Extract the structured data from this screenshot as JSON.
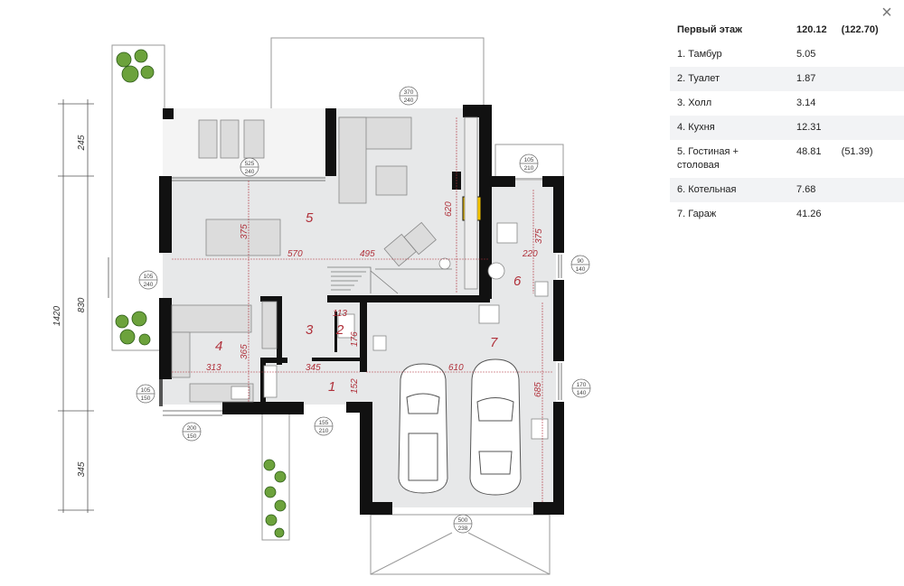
{
  "table": {
    "header": {
      "name": "Первый этаж",
      "area": "120.12",
      "alt": "(122.70)"
    },
    "rows": [
      {
        "name": "1. Тамбур",
        "area": "5.05",
        "alt": ""
      },
      {
        "name": "2. Туалет",
        "area": "1.87",
        "alt": ""
      },
      {
        "name": "3. Холл",
        "area": "3.14",
        "alt": ""
      },
      {
        "name": "4. Кухня",
        "area": "12.31",
        "alt": ""
      },
      {
        "name": "5. Гостиная + столовая",
        "area": "48.81",
        "alt": "(51.39)"
      },
      {
        "name": "6. Котельная",
        "area": "7.68",
        "alt": ""
      },
      {
        "name": "7. Гараж",
        "area": "41.26",
        "alt": ""
      }
    ]
  },
  "plan": {
    "rooms": [
      "1",
      "2",
      "3",
      "4",
      "5",
      "6",
      "7"
    ],
    "dims_outer": [
      "1420",
      "830",
      "245",
      "345"
    ],
    "dims_inner": [
      "570",
      "495",
      "375",
      "375",
      "220",
      "620",
      "313",
      "345",
      "365",
      "113",
      "176",
      "152",
      "610",
      "685"
    ],
    "openings": [
      {
        "top": "370",
        "bot": "240"
      },
      {
        "top": "525",
        "bot": "240"
      },
      {
        "top": "105",
        "bot": "210"
      },
      {
        "top": "105",
        "bot": "240"
      },
      {
        "top": "90",
        "bot": "140"
      },
      {
        "top": "105",
        "bot": "150"
      },
      {
        "top": "200",
        "bot": "150"
      },
      {
        "top": "155",
        "bot": "210"
      },
      {
        "top": "170",
        "bot": "140"
      },
      {
        "top": "500",
        "bot": "238"
      }
    ]
  },
  "icons": {
    "close": "close-icon",
    "fireplace": "fire-icon"
  },
  "colors": {
    "wall": "#111111",
    "floor": "#e7e8e9",
    "accent": "#b0303a",
    "fire": "#f2c200"
  }
}
